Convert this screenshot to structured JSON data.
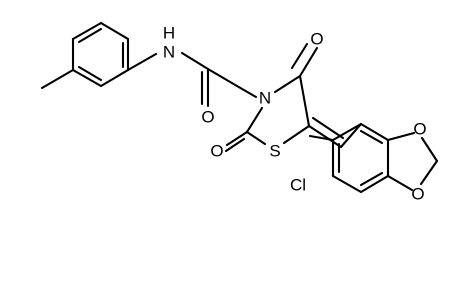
{
  "atoms": {
    "nh": "N",
    "nh_h": "H",
    "ring_n": "N",
    "amide_o": "O",
    "c4_o": "O",
    "c2_o": "O",
    "s": "S",
    "cl": "Cl",
    "o_upper": "O",
    "o_lower": "O"
  }
}
